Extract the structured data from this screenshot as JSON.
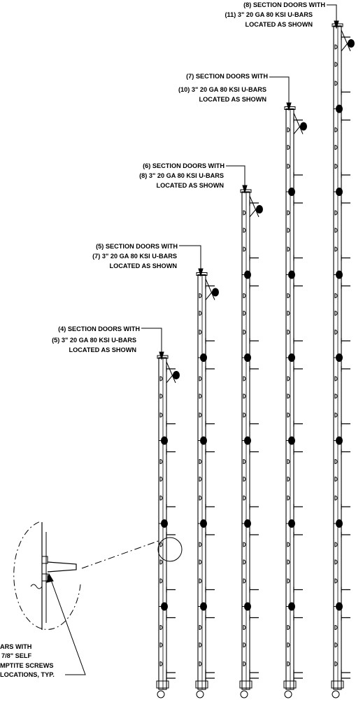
{
  "callouts": [
    {
      "lines": [
        "(8) SECTION DOORS WITH",
        "(11) 3\" 20 GA 80 KSI U-BARS",
        "LOCATED AS SHOWN"
      ]
    },
    {
      "lines": [
        "(7) SECTION DOORS WITH",
        "(10) 3\" 20 GA 80 KSI U-BARS",
        "LOCATED AS SHOWN"
      ]
    },
    {
      "lines": [
        "(6) SECTION DOORS WITH",
        "(8) 3\" 20 GA 80 KSI U-BARS",
        "LOCATED AS SHOWN"
      ]
    },
    {
      "lines": [
        "(5) SECTION DOORS WITH",
        "(7) 3\" 20 GA 80 KSI U-BARS",
        "LOCATED AS SHOWN"
      ]
    },
    {
      "lines": [
        "(4) SECTION DOORS WITH",
        "(5) 3\" 20 GA 80 KSI U-BARS",
        "LOCATED AS SHOWN"
      ]
    }
  ],
  "detail_note": {
    "lines": [
      "ARS WITH",
      "7/8\" SELF",
      "MPTITE SCREWS",
      "LOCATIONS, TYP."
    ]
  },
  "doors": [
    {
      "sections": 8,
      "u_bars": 11
    },
    {
      "sections": 7,
      "u_bars": 10
    },
    {
      "sections": 6,
      "u_bars": 8
    },
    {
      "sections": 5,
      "u_bars": 7
    },
    {
      "sections": 4,
      "u_bars": 5
    }
  ],
  "colors": {
    "ink": "#000000",
    "paper": "#ffffff"
  }
}
